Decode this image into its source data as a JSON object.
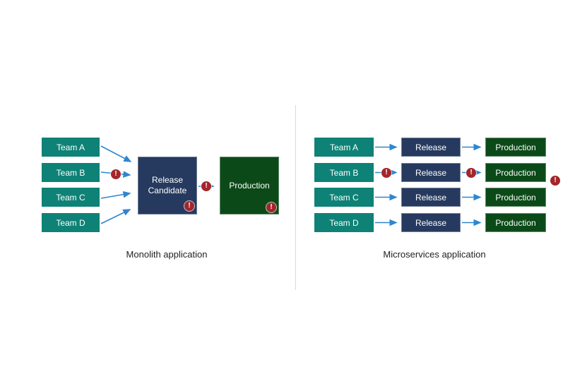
{
  "diagram": {
    "monolith": {
      "caption": "Monolith application",
      "teams": [
        "Team A",
        "Team B",
        "Team C",
        "Team D"
      ],
      "release_candidate_line1": "Release",
      "release_candidate_line2": "Candidate",
      "production_label": "Production"
    },
    "microservices": {
      "caption": "Microservices application",
      "rows": [
        {
          "team": "Team A",
          "release": "Release",
          "production": "Production"
        },
        {
          "team": "Team B",
          "release": "Release",
          "production": "Production"
        },
        {
          "team": "Team C",
          "release": "Release",
          "production": "Production"
        },
        {
          "team": "Team D",
          "release": "Release",
          "production": "Production"
        }
      ]
    },
    "warning_glyph": "!",
    "colors": {
      "team_box": "#0E8276",
      "release_box": "#263A5F",
      "production_box": "#0B4A18",
      "arrow": "#2E86D0",
      "warning_badge": "#A4262C",
      "divider": "#D9D9D9",
      "caption_text": "#1F1F1F"
    }
  }
}
